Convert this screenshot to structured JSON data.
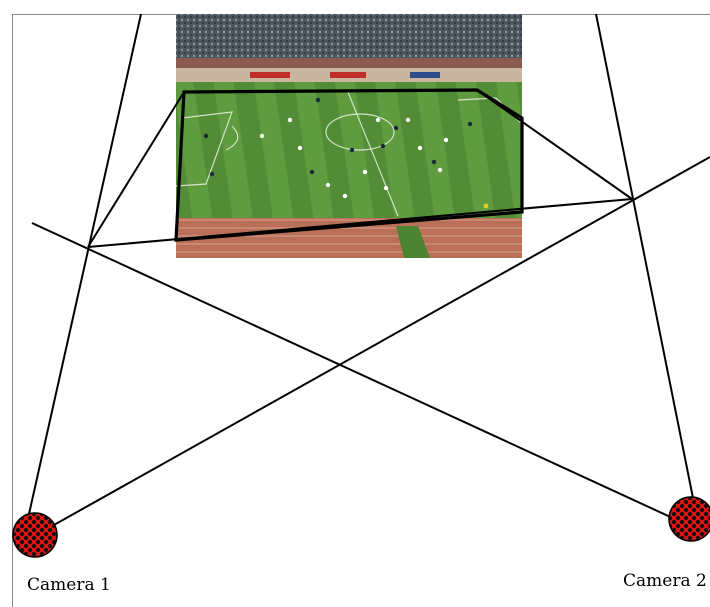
{
  "cameras": [
    {
      "id": "camera-1",
      "label": "Camera 1"
    },
    {
      "id": "camera-2",
      "label": "Camera 2"
    }
  ],
  "colors": {
    "line": "#000000",
    "camera_fill": "#e11212",
    "camera_dots": "#111111",
    "grass_light": "#5f9b3f",
    "grass_dark": "#4c8431",
    "crowd": "#4b5560",
    "track": "#b96f58"
  },
  "image": {
    "subject": "soccer-field-photo"
  }
}
